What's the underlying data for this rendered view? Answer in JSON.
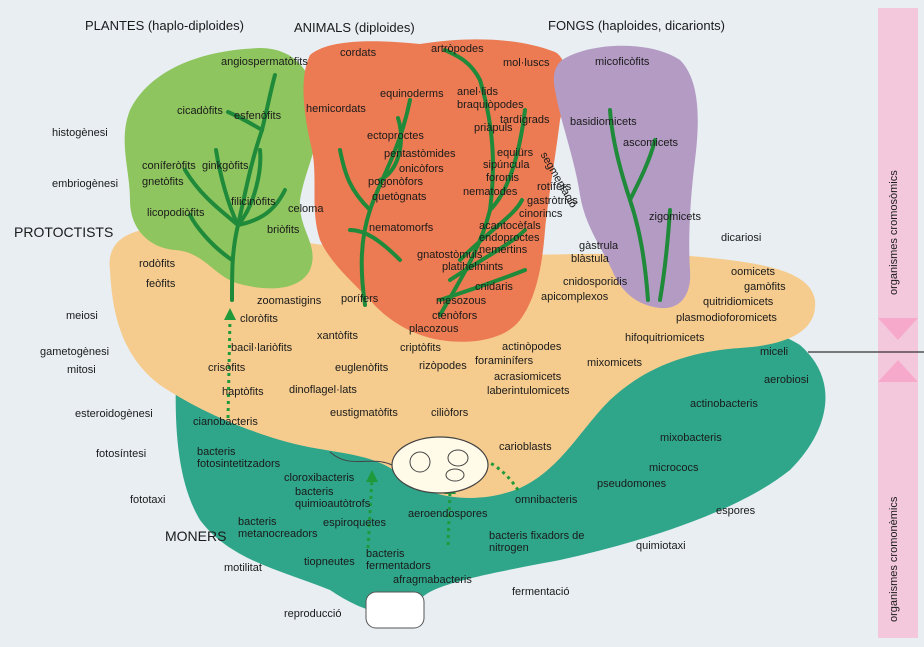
{
  "colors": {
    "background": "#e8eef2",
    "plantes": "#8ec55e",
    "animals": "#ec7a52",
    "fongs": "#b49bc4",
    "protoctists": "#f6cc8e",
    "moners": "#2fa58a",
    "side_bar": "#f4c8dc",
    "arrow": "#f6b7d3",
    "branch": "#1f8a3a"
  },
  "headers": {
    "plantes": "PLANTES (haplo-diploides)",
    "animals": "ANIMALS (diploides)",
    "fongs": "FONGS (haploides, dicarionts)",
    "protoctists": "PROTOCTISTS",
    "moners": "MONERS"
  },
  "side": {
    "top": "organismes cromosòmics",
    "bottom": "organismes cromonèmics",
    "divider_label": "miceli"
  },
  "left_labels": [
    "histogènesi",
    "embriogènesi",
    "meiosi",
    "gametogènesi",
    "mitosi",
    "esteroidogènesi",
    "fotosíntesi",
    "fototaxi",
    "motilitat",
    "reproducció"
  ],
  "right_labels": [
    "dicariosi",
    "aerobiosi",
    "espores",
    "quimiotaxi",
    "fermentació"
  ],
  "plants": [
    "angiospermatòfits",
    "cicadòfits",
    "esfenòfits",
    "coníferòfits",
    "ginkgòfits",
    "gnetòfits",
    "filicinòfits",
    "licopodiòfits",
    "briòfits",
    "celoma"
  ],
  "animals": [
    "cordats",
    "equinoderms",
    "artròpodes",
    "mol·luscs",
    "anel·lids",
    "braquiòpodes",
    "hemicordats",
    "ectoproctes",
    "tardígrads",
    "priàpuls",
    "pentastòmides",
    "onicòfors",
    "pogonòfors",
    "quetògnats",
    "equiürs",
    "sipúncula",
    "foronis",
    "nematodes",
    "rotífers",
    "gastròtrics",
    "cinorincs",
    "acantocèfals",
    "endoproctes",
    "nemertins",
    "nematomorfs",
    "gnatostòmuls",
    "platihelmints",
    "porífers",
    "cnidaris",
    "mesozous",
    "ctenòfors",
    "placozous",
    "segmentació",
    "gàstrula",
    "blàstula"
  ],
  "fungi": [
    "micoficòfits",
    "basidiomicets",
    "ascomicets",
    "zigomicets"
  ],
  "protoctists": [
    "rodòfits",
    "feòfits",
    "zoomastigins",
    "cnidosporidis",
    "apicomplexos",
    "oomicets",
    "gamòfits",
    "quitridiomicets",
    "plasmodioforomicets",
    "cloròfits",
    "bacil·lariòfits",
    "xantòfits",
    "criptòfits",
    "actinòpodes",
    "hifoquitriomicets",
    "crisòfits",
    "haptòfits",
    "euglenòfits",
    "rizòpodes",
    "foraminífers",
    "mixomicets",
    "dinoflagel·lats",
    "acrasiomicets",
    "laberintulomicets",
    "eustigmatòfits",
    "ciliòfors",
    "carioblasts"
  ],
  "bacteria": [
    "cianobacteris",
    "bacteris fotosintetitzadors",
    "cloroxibacteris",
    "bacteris quimioautòtrofs",
    "bacteris metanocreadors",
    "espiroquetes",
    "aeroendospores",
    "tiopneutes",
    "bacteris fermentadors",
    "afragmabacteris",
    "bacteris fixadors de nitrogen",
    "omnibacteris",
    "actinobacteris",
    "mixobacteris",
    "micrococs",
    "pseudomones"
  ]
}
